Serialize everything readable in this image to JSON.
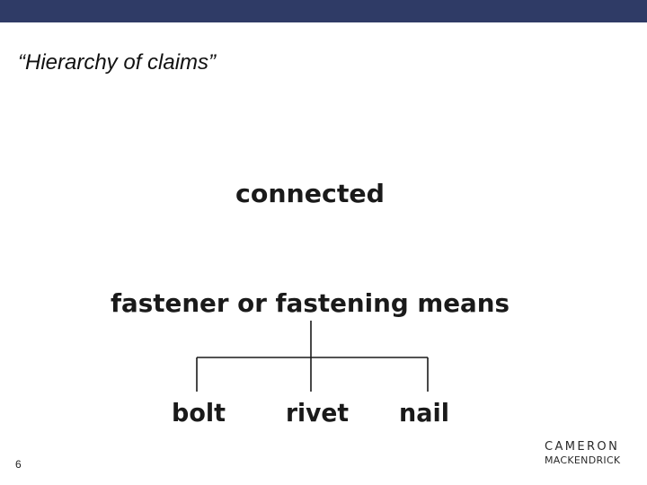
{
  "slide": {
    "title": "“Hierarchy of claims”",
    "number": "6"
  },
  "diagram": {
    "root": "connected",
    "middle": "fastener or fastening means",
    "leaves": [
      "bolt",
      "rivet",
      "nail"
    ]
  },
  "logo": {
    "line1": "CAMERON",
    "line2": "MACKENDRICK"
  },
  "colors": {
    "header_bar": "#2f3b66",
    "text": "#1a1a1a"
  }
}
